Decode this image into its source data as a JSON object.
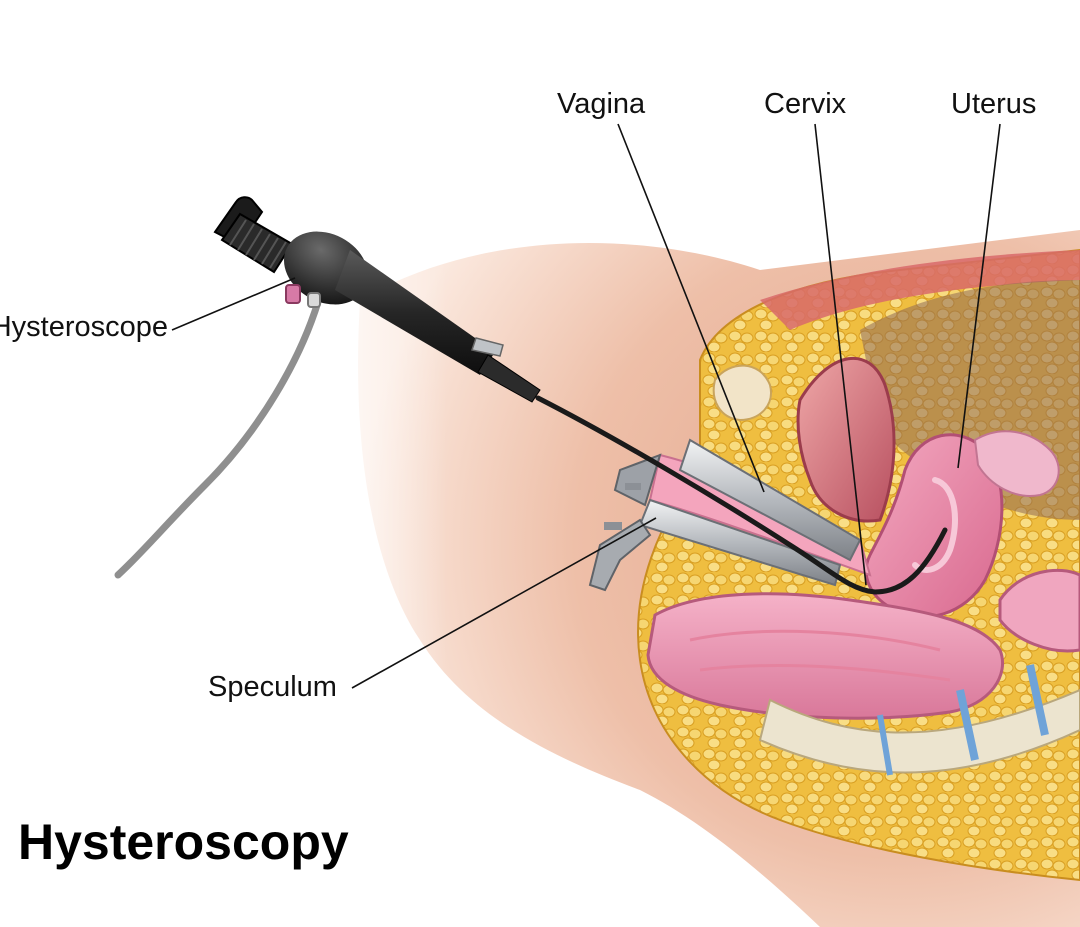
{
  "title": "Hysteroscopy",
  "labels": {
    "vagina": "Vagina",
    "cervix": "Cervix",
    "uterus": "Uterus",
    "hysteroscope": "Hysteroscope",
    "speculum": "Speculum"
  },
  "colors": {
    "skin": "#e9b9a0",
    "fat": "#f2c94c",
    "tissue": "#e889a6",
    "uterus_wall": "#e07aa0",
    "bone": "#ece4cf",
    "disc": "#6fa3d8",
    "instrument_dark": "#262626",
    "instrument_metal": "#b9bcc0",
    "cable": "#9a9a9a",
    "leader_line": "#111111"
  }
}
